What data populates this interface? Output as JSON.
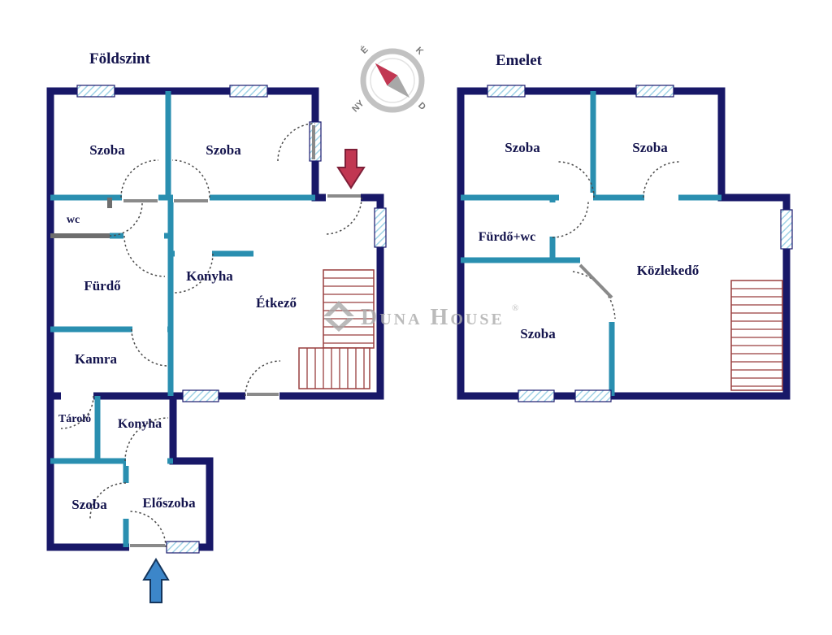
{
  "ground": {
    "title": "Földszint",
    "rooms": {
      "szoba_tl": "Szoba",
      "szoba_tr": "Szoba",
      "wc": "wc",
      "furdo": "Fürdő",
      "konyha_top": "Konyha",
      "etkezo": "Étkező",
      "kamra": "Kamra",
      "tarolo": "Tároló",
      "konyha_bottom": "Konyha",
      "szoba_b": "Szoba",
      "eloszoba": "Előszoba"
    }
  },
  "upper": {
    "title": "Emelet",
    "rooms": {
      "szoba_tl": "Szoba",
      "szoba_tr": "Szoba",
      "furdo_wc": "Fürdő+wc",
      "kozlekedo": "Közlekedő",
      "szoba_b": "Szoba"
    }
  },
  "compass": {
    "north": "É",
    "east": "K",
    "south": "D",
    "west": "NY"
  },
  "watermark": {
    "brand": "Duna House",
    "registered": "®"
  },
  "colors": {
    "outer_wall": "#181868",
    "partition_wall": "#2a8fb0",
    "gray_wall": "#6e6e6e",
    "window_hatch": "#9fd2e6",
    "stairs": "#993f3f",
    "entrance_arrow_red": "#c13752",
    "entrance_arrow_blue": "#3c86c9",
    "watermark_gray": "#ababab",
    "label_navy": "#14144d"
  }
}
